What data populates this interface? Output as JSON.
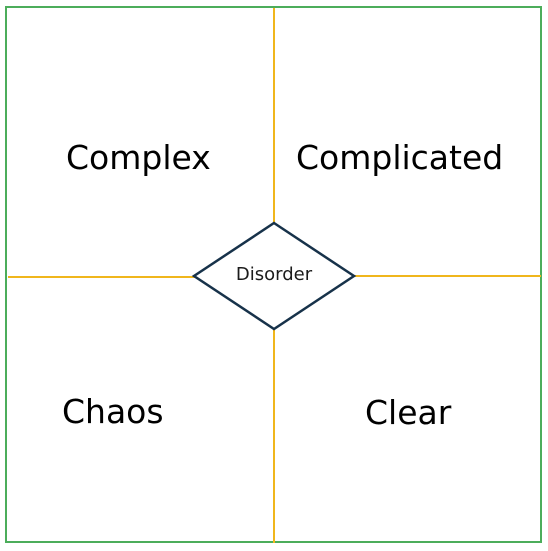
{
  "quadrants": {
    "top_left": "Complex",
    "top_right": "Complicated",
    "bottom_left": "Chaos",
    "bottom_right": "Clear"
  },
  "center": {
    "label": "Disorder"
  },
  "colors": {
    "frame": "#4cad5b",
    "dividers": "#f0b61c",
    "diamond_stroke": "#17324a"
  }
}
